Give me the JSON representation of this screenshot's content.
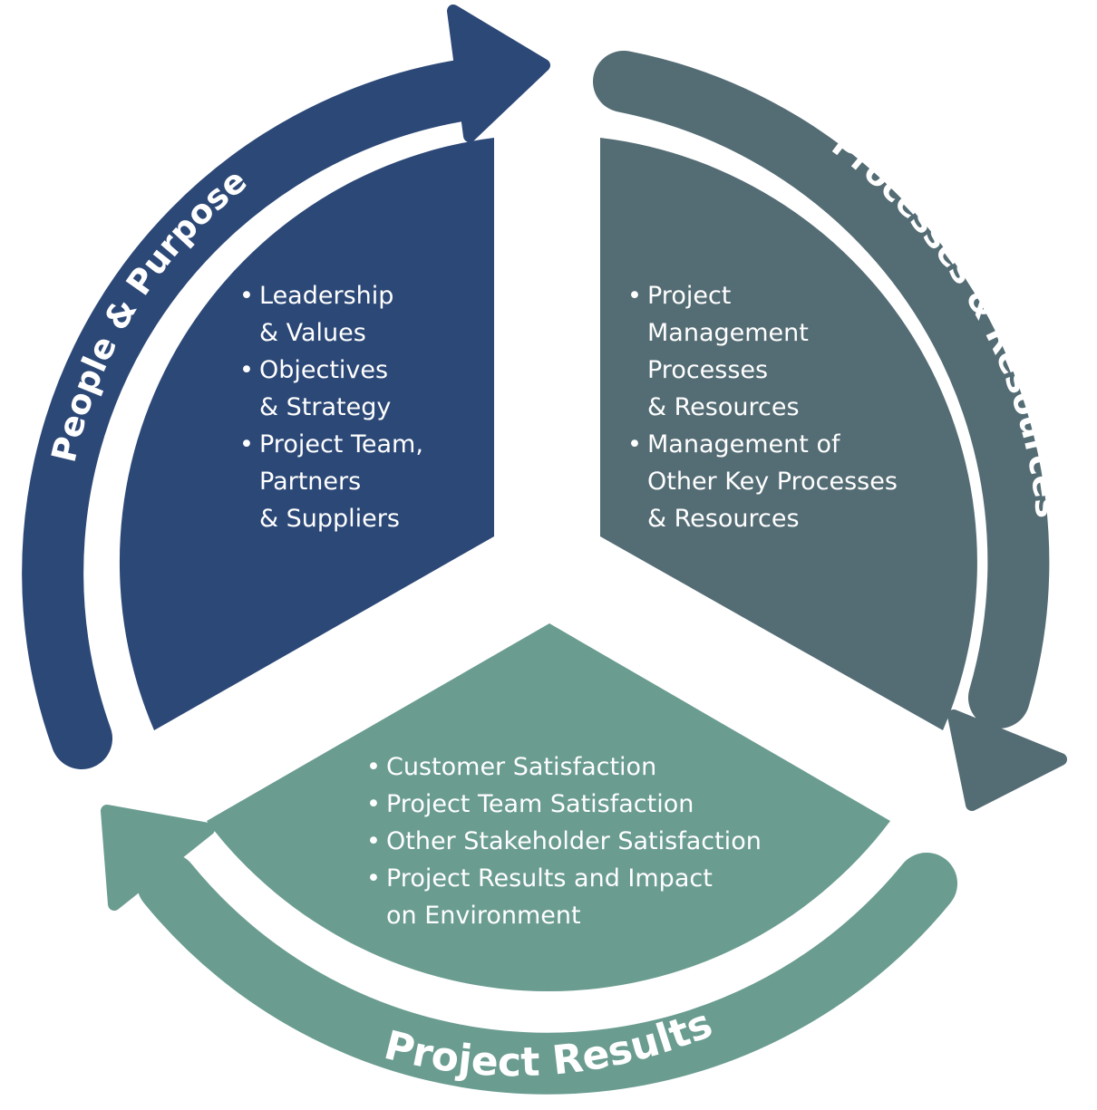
{
  "colors": {
    "people": "#2c4877",
    "processes": "#546c74",
    "results": "#6a9c90",
    "background": "#ffffff",
    "text": "#ffffff"
  },
  "diagram": {
    "people": {
      "label": "People & Purpose",
      "items": [
        "Leadership\n& Values",
        "Objectives\n& Strategy",
        "Project Team,\nPartners\n& Suppliers"
      ]
    },
    "processes": {
      "label": "Processes & Resources",
      "items": [
        "Project\nManagement\nProcesses\n& Resources",
        "Management of\nOther Key Processes\n& Resources"
      ]
    },
    "results": {
      "label": "Project Results",
      "items": [
        "Customer Satisfaction",
        "Project Team Satisfaction",
        "Other Stakeholder Satisfaction",
        "Project Results and Impact\non Environment"
      ]
    }
  }
}
